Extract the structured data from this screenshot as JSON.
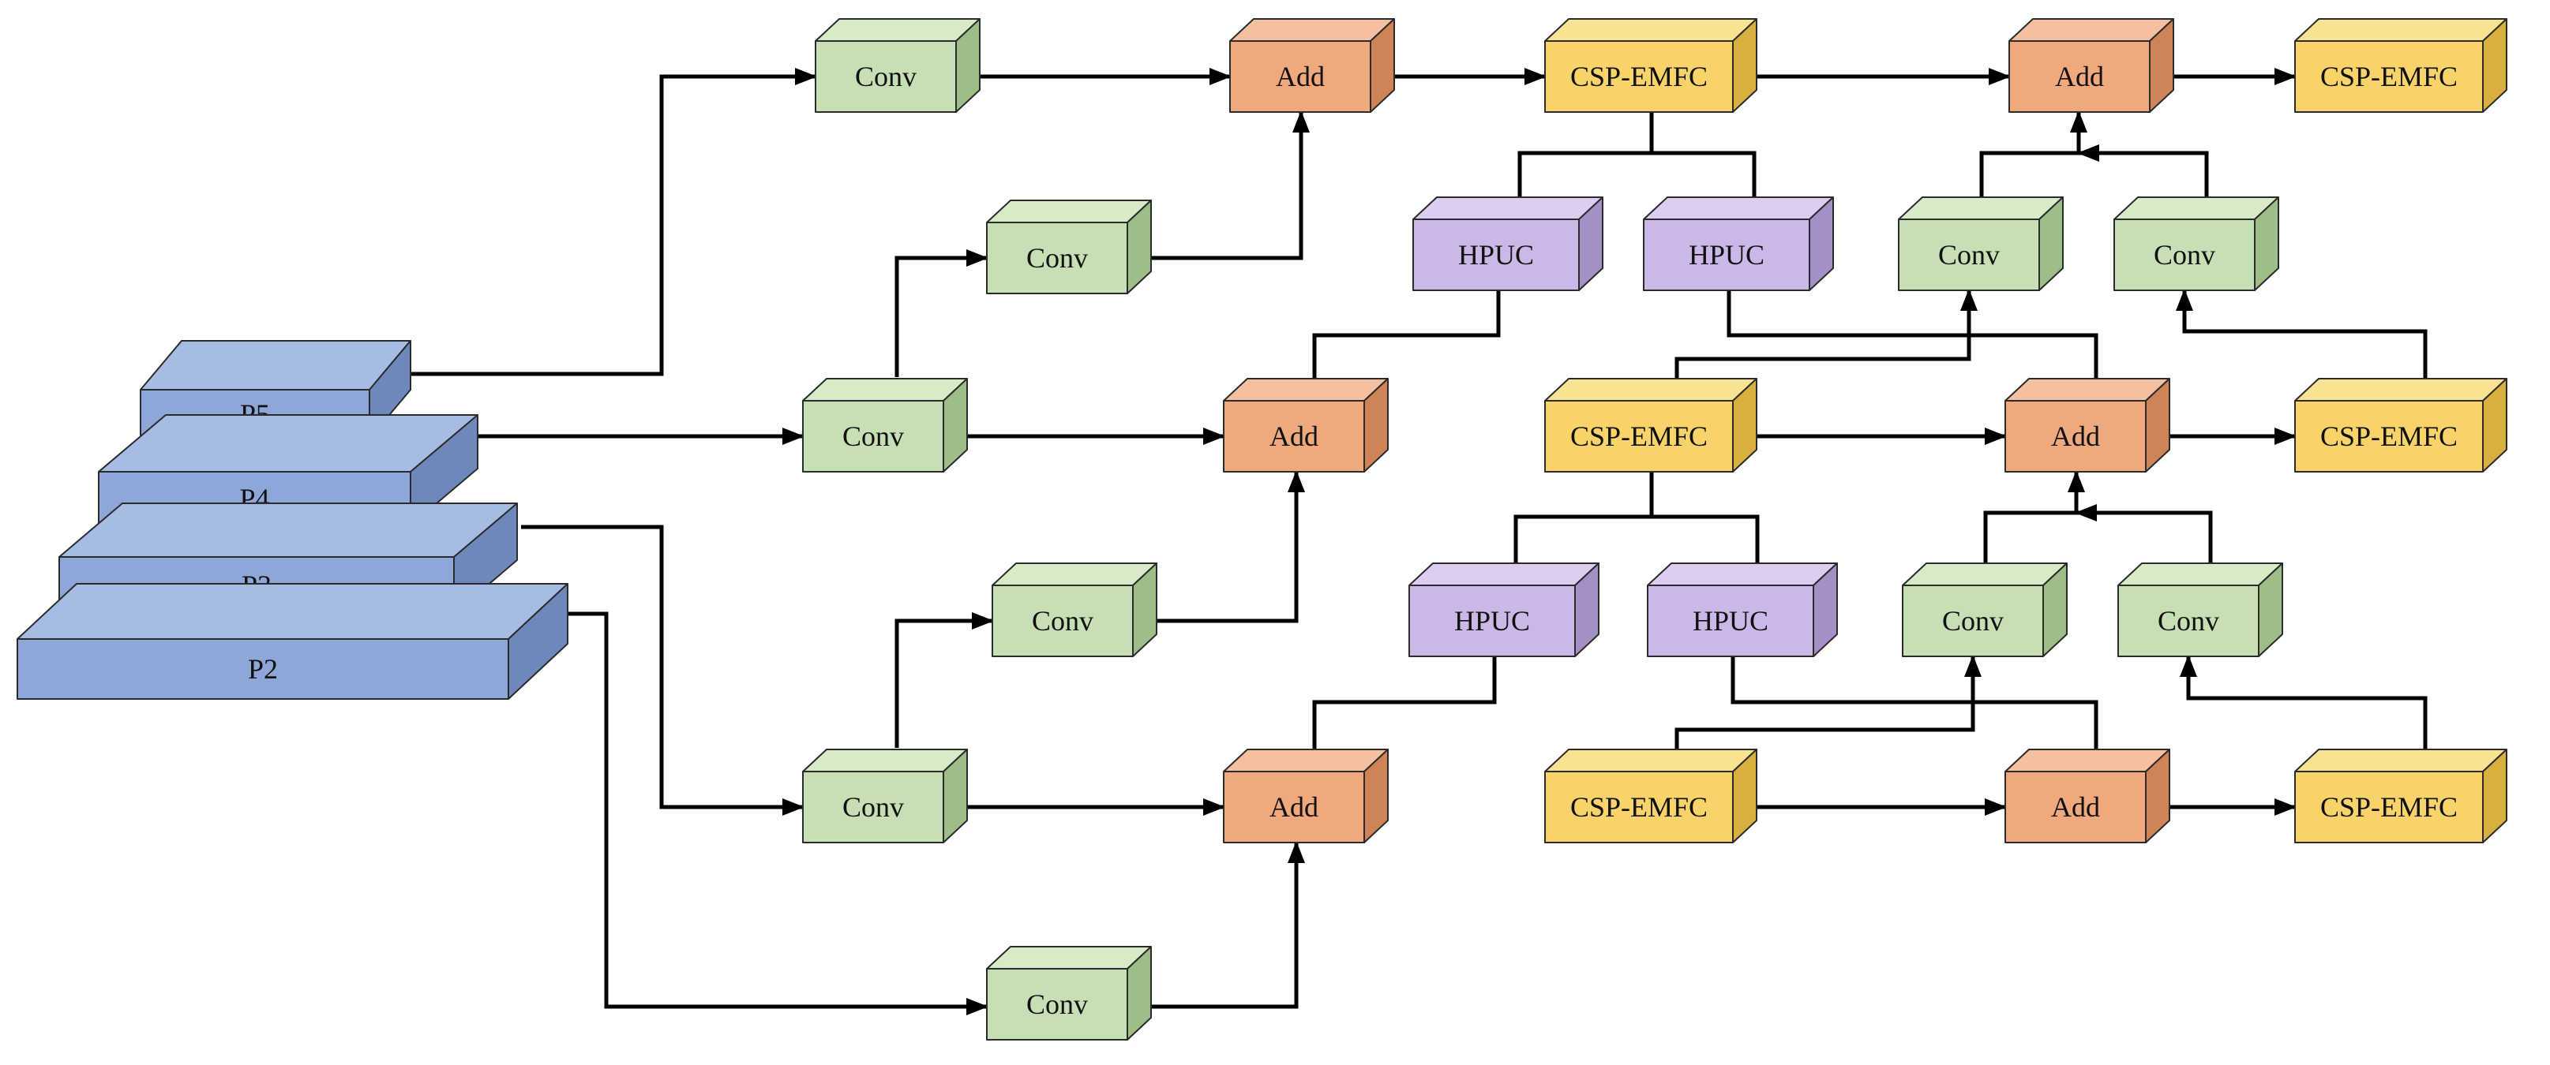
{
  "colors": {
    "pyramid": {
      "front": "#8ea6d8",
      "top": "#a6bce4",
      "side": "#6f88bb"
    },
    "conv": {
      "front": "#c6dfb4",
      "top": "#d8ebc9",
      "side": "#9ebd87"
    },
    "add": {
      "front": "#efa97c",
      "top": "#f4c09f",
      "side": "#cf8458"
    },
    "csp": {
      "front": "#f7d36a",
      "top": "#fae293",
      "side": "#d8b03f"
    },
    "hpuc": {
      "front": "#cbb8e8",
      "top": "#dccdf1",
      "side": "#a48fc7"
    },
    "arrow": "#000000"
  },
  "inputs": [
    {
      "id": "p5",
      "label": "P5"
    },
    {
      "id": "p4",
      "label": "P4"
    },
    {
      "id": "p3",
      "label": "P3"
    },
    {
      "id": "p2",
      "label": "P2"
    }
  ],
  "blocks": [
    {
      "id": "conv-a",
      "type": "conv",
      "label": "Conv"
    },
    {
      "id": "conv-b",
      "type": "conv",
      "label": "Conv"
    },
    {
      "id": "conv-c",
      "type": "conv",
      "label": "Conv"
    },
    {
      "id": "conv-d",
      "type": "conv",
      "label": "Conv"
    },
    {
      "id": "conv-e",
      "type": "conv",
      "label": "Conv"
    },
    {
      "id": "conv-f",
      "type": "conv",
      "label": "Conv"
    },
    {
      "id": "add-1",
      "type": "add",
      "label": "Add"
    },
    {
      "id": "add-2",
      "type": "add",
      "label": "Add"
    },
    {
      "id": "add-3",
      "type": "add",
      "label": "Add"
    },
    {
      "id": "csp-1",
      "type": "csp",
      "label": "CSP-EMFC"
    },
    {
      "id": "csp-2",
      "type": "csp",
      "label": "CSP-EMFC"
    },
    {
      "id": "csp-3",
      "type": "csp",
      "label": "CSP-EMFC"
    },
    {
      "id": "hpuc-1",
      "type": "hpuc",
      "label": "HPUC"
    },
    {
      "id": "hpuc-2",
      "type": "hpuc",
      "label": "HPUC"
    },
    {
      "id": "hpuc-3",
      "type": "hpuc",
      "label": "HPUC"
    },
    {
      "id": "hpuc-4",
      "type": "hpuc",
      "label": "HPUC"
    },
    {
      "id": "conv-g",
      "type": "conv",
      "label": "Conv"
    },
    {
      "id": "conv-h",
      "type": "conv",
      "label": "Conv"
    },
    {
      "id": "conv-i",
      "type": "conv",
      "label": "Conv"
    },
    {
      "id": "conv-j",
      "type": "conv",
      "label": "Conv"
    },
    {
      "id": "add-4",
      "type": "add",
      "label": "Add"
    },
    {
      "id": "add-5",
      "type": "add",
      "label": "Add"
    },
    {
      "id": "add-6",
      "type": "add",
      "label": "Add"
    },
    {
      "id": "csp-4",
      "type": "csp",
      "label": "CSP-EMFC"
    },
    {
      "id": "csp-5",
      "type": "csp",
      "label": "CSP-EMFC"
    },
    {
      "id": "csp-6",
      "type": "csp",
      "label": "CSP-EMFC"
    }
  ],
  "edges": [
    {
      "from": "p5",
      "to": "conv-a"
    },
    {
      "from": "p4",
      "to": "conv-b"
    },
    {
      "from": "p3",
      "to": "conv-c"
    },
    {
      "from": "p2",
      "to": "conv-f"
    },
    {
      "from": "conv-b",
      "to": "conv-d"
    },
    {
      "from": "conv-c",
      "to": "conv-e"
    },
    {
      "from": "conv-a",
      "to": "add-1"
    },
    {
      "from": "conv-d",
      "to": "add-1"
    },
    {
      "from": "conv-b",
      "to": "add-2"
    },
    {
      "from": "conv-e",
      "to": "add-2"
    },
    {
      "from": "conv-c",
      "to": "add-3"
    },
    {
      "from": "conv-f",
      "to": "add-3"
    },
    {
      "from": "add-1",
      "to": "csp-1"
    },
    {
      "from": "add-2",
      "to": "csp-2"
    },
    {
      "from": "add-3",
      "to": "csp-3"
    },
    {
      "from": "csp-1",
      "to": "hpuc-1"
    },
    {
      "from": "csp-1",
      "to": "hpuc-2"
    },
    {
      "from": "csp-2",
      "to": "hpuc-3"
    },
    {
      "from": "csp-2",
      "to": "hpuc-4"
    },
    {
      "from": "hpuc-1",
      "to": "add-2"
    },
    {
      "from": "hpuc-3",
      "to": "add-3"
    },
    {
      "from": "hpuc-2",
      "to": "add-5"
    },
    {
      "from": "hpuc-4",
      "to": "add-6"
    },
    {
      "from": "csp-1",
      "to": "add-4"
    },
    {
      "from": "csp-2",
      "to": "add-5"
    },
    {
      "from": "csp-3",
      "to": "add-6"
    },
    {
      "from": "csp-2",
      "to": "conv-g"
    },
    {
      "from": "csp-3",
      "to": "conv-i"
    },
    {
      "from": "conv-g",
      "to": "add-4"
    },
    {
      "from": "conv-h",
      "to": "add-4"
    },
    {
      "from": "conv-i",
      "to": "add-5"
    },
    {
      "from": "conv-j",
      "to": "add-5"
    },
    {
      "from": "csp-5",
      "to": "conv-h"
    },
    {
      "from": "csp-6",
      "to": "conv-j"
    },
    {
      "from": "add-4",
      "to": "csp-4"
    },
    {
      "from": "add-5",
      "to": "csp-5"
    },
    {
      "from": "add-6",
      "to": "csp-6"
    }
  ]
}
